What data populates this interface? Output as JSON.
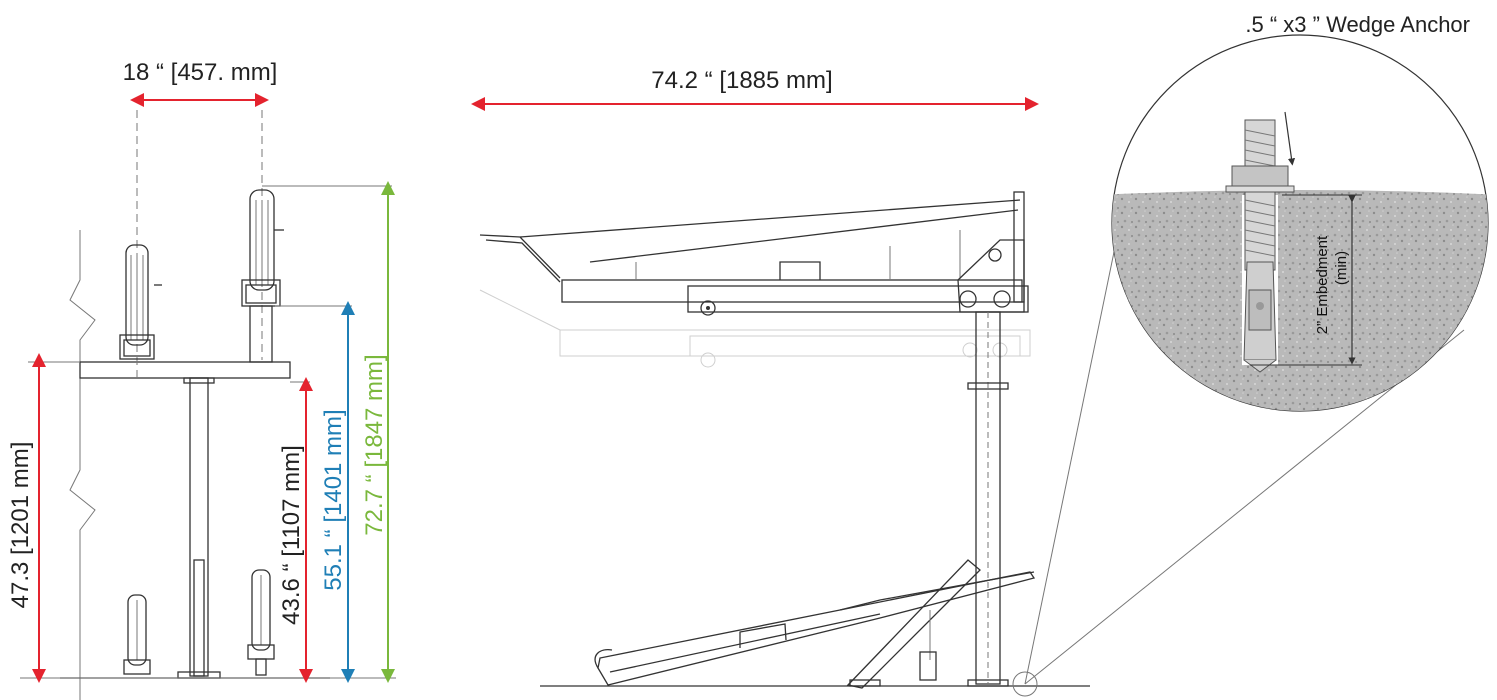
{
  "dimensions": {
    "spacing": "18 “ [457. mm]",
    "width": "74.2 “ [1885 mm]",
    "height_table": "47.3 [1201 mm]",
    "height_lower": "43.6 “ [1107 mm]",
    "height_middle": "55.1 “ [1401 mm]",
    "height_top": "72.7 “ [1847 mm]"
  },
  "detail": {
    "anchor_label": ".5 “ x3 ” Wedge Anchor",
    "embedment_label": "2” Embedment",
    "embedment_qualifier": "(min)"
  },
  "colors": {
    "red": "#e4232e",
    "blue": "#1f7fb6",
    "green": "#7ab83c",
    "line": "#333333",
    "concrete": "#b8b8b8"
  }
}
